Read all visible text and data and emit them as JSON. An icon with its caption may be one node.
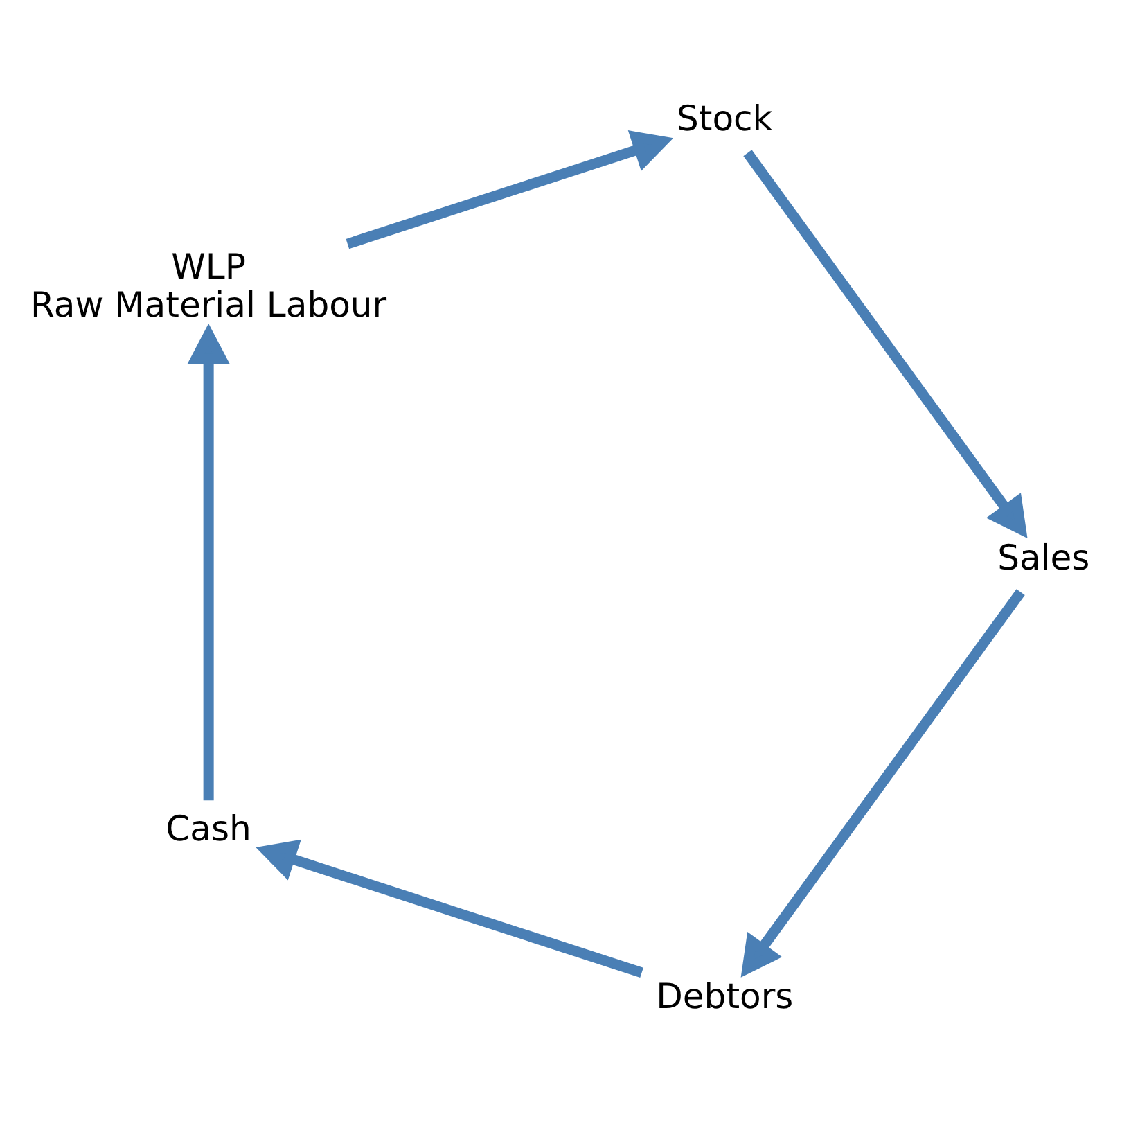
{
  "diagram": {
    "nodes": [
      {
        "text": [
          "Debtors"
        ]
      },
      {
        "text": [
          "Cash"
        ]
      },
      {
        "text": [
          "WLP Raw Material Labour"
        ]
      },
      {
        "text": [
          "Stock"
        ]
      },
      {
        "text": [
          "Sales"
        ]
      }
    ],
    "edges": [
      {
        "from": 0,
        "to": 1,
        "arrow": "to"
      },
      {
        "from": 1,
        "to": 2,
        "arrow": "to"
      },
      {
        "from": 2,
        "to": 3,
        "arrow": "to"
      },
      {
        "from": 3,
        "to": 4,
        "arrow": "to"
      },
      {
        "from": 4,
        "to": 0,
        "arrow": "to"
      }
    ]
  }
}
